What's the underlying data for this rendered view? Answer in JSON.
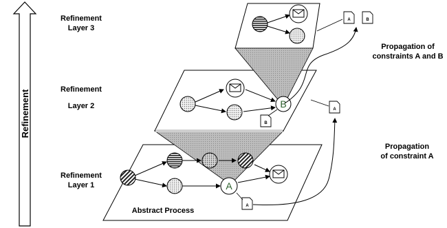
{
  "axis": {
    "label": "Refinement"
  },
  "layers": [
    {
      "line1": "Refinement",
      "line2": "Layer 3"
    },
    {
      "line1": "Refinement",
      "line2": "Layer 2"
    },
    {
      "line1": "Refinement",
      "line2": "Layer 1"
    }
  ],
  "annotations": {
    "prop_ab_line1": "Propagation of",
    "prop_ab_line2": "constraints A and B",
    "prop_a_line1": "Propagation",
    "prop_a_line2": "of  constraint A",
    "abstract_process": "Abstract Process"
  },
  "nodes": {
    "a": "A",
    "b": "B"
  },
  "documents": [
    "A",
    "B",
    "A",
    "B",
    "A"
  ]
}
